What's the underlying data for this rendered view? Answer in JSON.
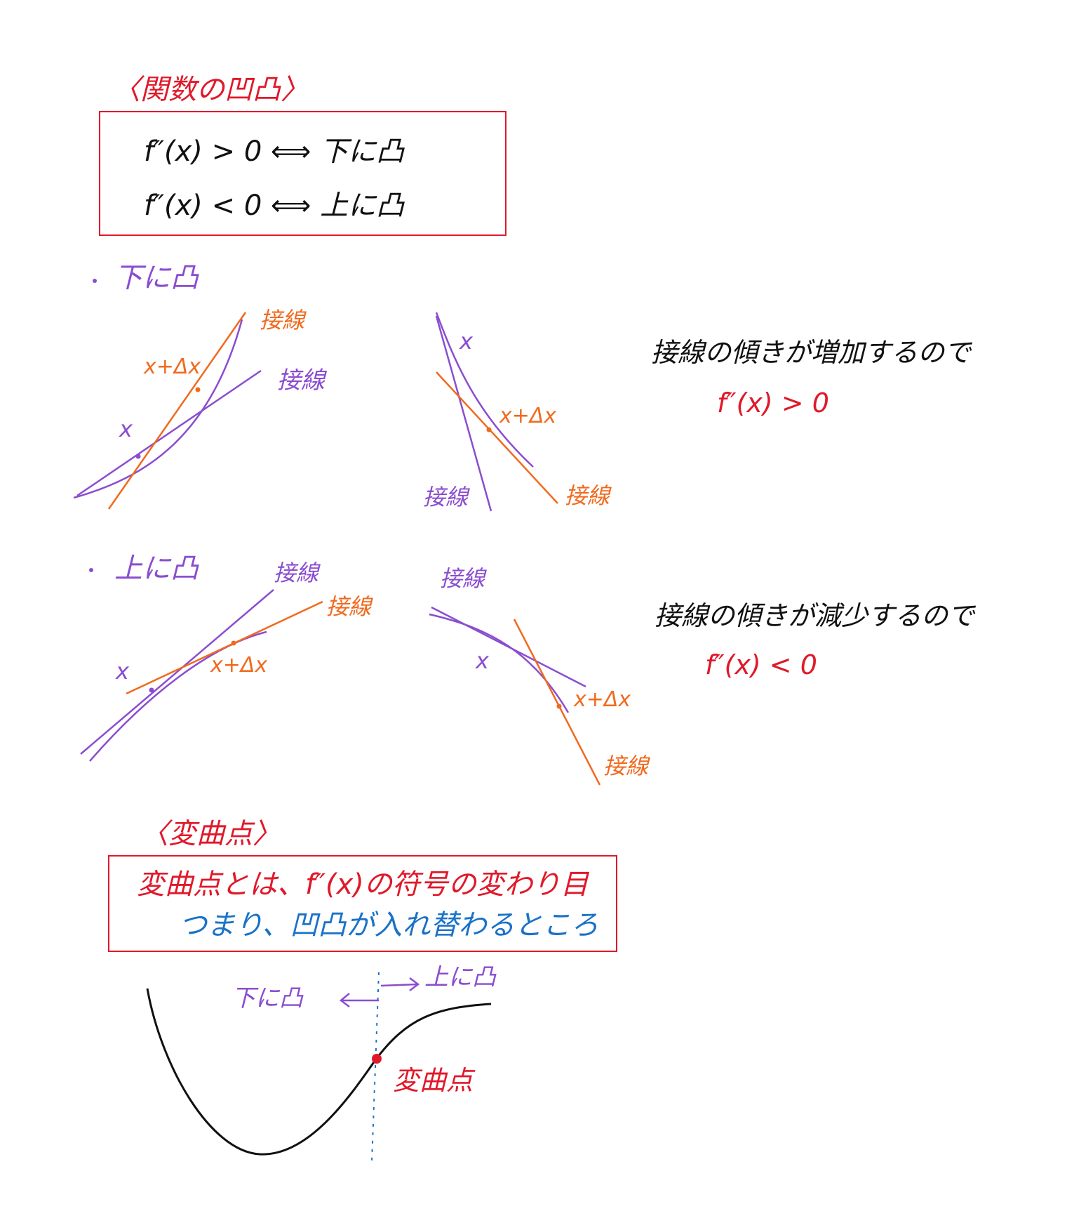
{
  "colors": {
    "red": "#e0192a",
    "purple": "#8a4dd0",
    "orange": "#f06a1e",
    "black": "#111111",
    "blue": "#1a72c8"
  },
  "section1": {
    "title": "〈関数の凹凸〉",
    "rule1": "f″(x) > 0 ⟺ 下に凸",
    "rule2": "f″(x) < 0 ⟺ 上に凸"
  },
  "convex_down": {
    "bullet": "・",
    "heading": "下に凸",
    "labels": {
      "left_tangent_orange": "接線",
      "left_tangent_purple": "接線",
      "left_x_dx": "x+Δx",
      "left_x": "x",
      "right_x": "x",
      "right_x_dx": "x+Δx",
      "right_tangent_purple": "接線",
      "right_tangent_orange": "接線"
    },
    "note": "接線の傾きが増加するので",
    "result": "f″(x) > 0"
  },
  "convex_up": {
    "bullet": "・",
    "heading": "上に凸",
    "labels": {
      "left_tangent_purple": "接線",
      "left_tangent_orange": "接線",
      "left_x": "x",
      "left_x_dx": "x+Δx",
      "right_tangent_purple": "接線",
      "right_x": "x",
      "right_x_dx": "x+Δx",
      "right_tangent_orange": "接線"
    },
    "note": "接線の傾きが減少するので",
    "result": "f″(x) < 0"
  },
  "section2": {
    "title": "〈変曲点〉",
    "definition": "変曲点とは、f″(x)の符号の変わり目",
    "restatement": "つまり、凹凸が入れ替わるところ",
    "left_label": "下に凸",
    "right_label": "上に凸",
    "point_label": "変曲点"
  }
}
